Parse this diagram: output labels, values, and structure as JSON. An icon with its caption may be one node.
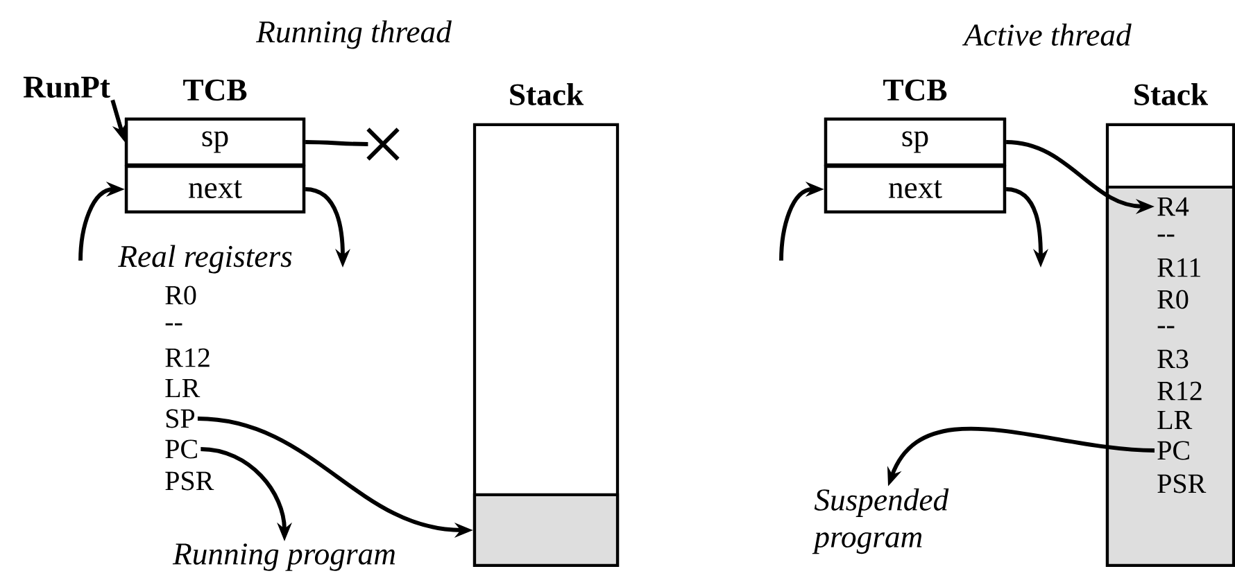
{
  "diagram": {
    "nodes": [
      {
        "text": [
          "RunPt"
        ]
      },
      {
        "text": [
          "TCB"
        ]
      },
      {
        "text": [
          "sp"
        ],
        "in": 1
      },
      {
        "text": [
          "next"
        ],
        "in": 1
      },
      {
        "text": [],
        "shape": "cross"
      },
      {
        "text": [
          "SP"
        ]
      },
      {
        "text": [
          "PC"
        ]
      },
      {
        "text": [
          "Stack"
        ]
      },
      {
        "text": [],
        "shape": "box",
        "in": 7
      },
      {
        "text": [
          "Running program"
        ]
      },
      {
        "text": [
          "TCB"
        ]
      },
      {
        "text": [
          "sp"
        ],
        "in": 10
      },
      {
        "text": [
          "next"
        ],
        "in": 10
      },
      {
        "text": [
          "Stack"
        ]
      },
      {
        "text": [],
        "shape": "box",
        "in": 13
      },
      {
        "text": [
          "R4"
        ],
        "in": 14
      },
      {
        "text": [
          "PC"
        ],
        "in": 14
      },
      {
        "text": [
          "Suspended program"
        ]
      }
    ],
    "edges": [
      {
        "from": 0,
        "to": 2,
        "arrow": "to"
      },
      {
        "from": 2,
        "to": 4,
        "arrow": "none"
      },
      {
        "from": null,
        "to": 3,
        "arrow": "to"
      },
      {
        "from": 3,
        "to": null,
        "arrow": "to"
      },
      {
        "from": 5,
        "to": 8,
        "arrow": "to"
      },
      {
        "from": 6,
        "to": 9,
        "arrow": "to"
      },
      {
        "from": null,
        "to": 12,
        "arrow": "to"
      },
      {
        "from": 12,
        "to": null,
        "arrow": "to"
      },
      {
        "from": 11,
        "to": 15,
        "arrow": "to"
      },
      {
        "from": 16,
        "to": 17,
        "arrow": "to"
      }
    ],
    "labels": [
      "Running thread",
      "Active thread",
      "Real registers",
      "R0",
      "--",
      "R12",
      "LR",
      "PSR",
      "--",
      "R11",
      "R0",
      "--",
      "R3",
      "R12",
      "LR",
      "PSR"
    ]
  }
}
